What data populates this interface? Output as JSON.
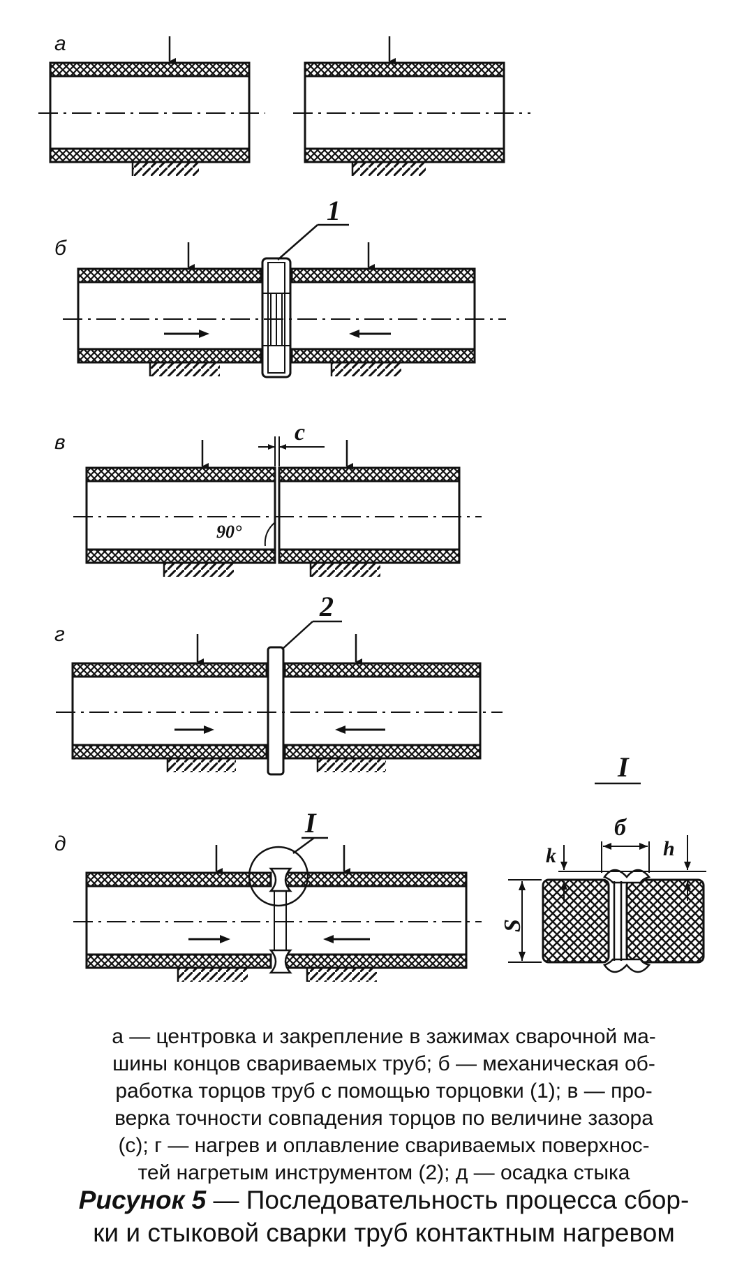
{
  "figure": {
    "panel_labels": [
      "а",
      "б",
      "в",
      "г",
      "д"
    ],
    "callouts": {
      "tool_1": "1",
      "tool_2": "2",
      "detail": "I"
    },
    "detail": {
      "title": "I",
      "dim_thickness": "S",
      "dim_width": "б",
      "dim_left": "k",
      "dim_right": "h"
    },
    "gap_label": "с",
    "angle_label": "90°",
    "colors": {
      "ink": "#111111",
      "paper": "#ffffff"
    }
  },
  "legend": {
    "lines": [
      "а — центровка и закрепление в зажимах сварочной ма-",
      "шины концов свариваемых труб; б — механическая об-",
      "работка торцов труб с помощью торцовки (1); в — про-",
      "верка точности совпадения торцов по величине зазора",
      "(с); г — нагрев и оплавление  свариваемых поверхнос-",
      "тей нагретым инструментом (2); д — осадка стыка"
    ]
  },
  "caption": {
    "label": "Рисунок 5",
    "line1_rest": " — Последовательность процесса сбор-",
    "line2": "ки и стыковой сварки труб контактным нагревом"
  }
}
